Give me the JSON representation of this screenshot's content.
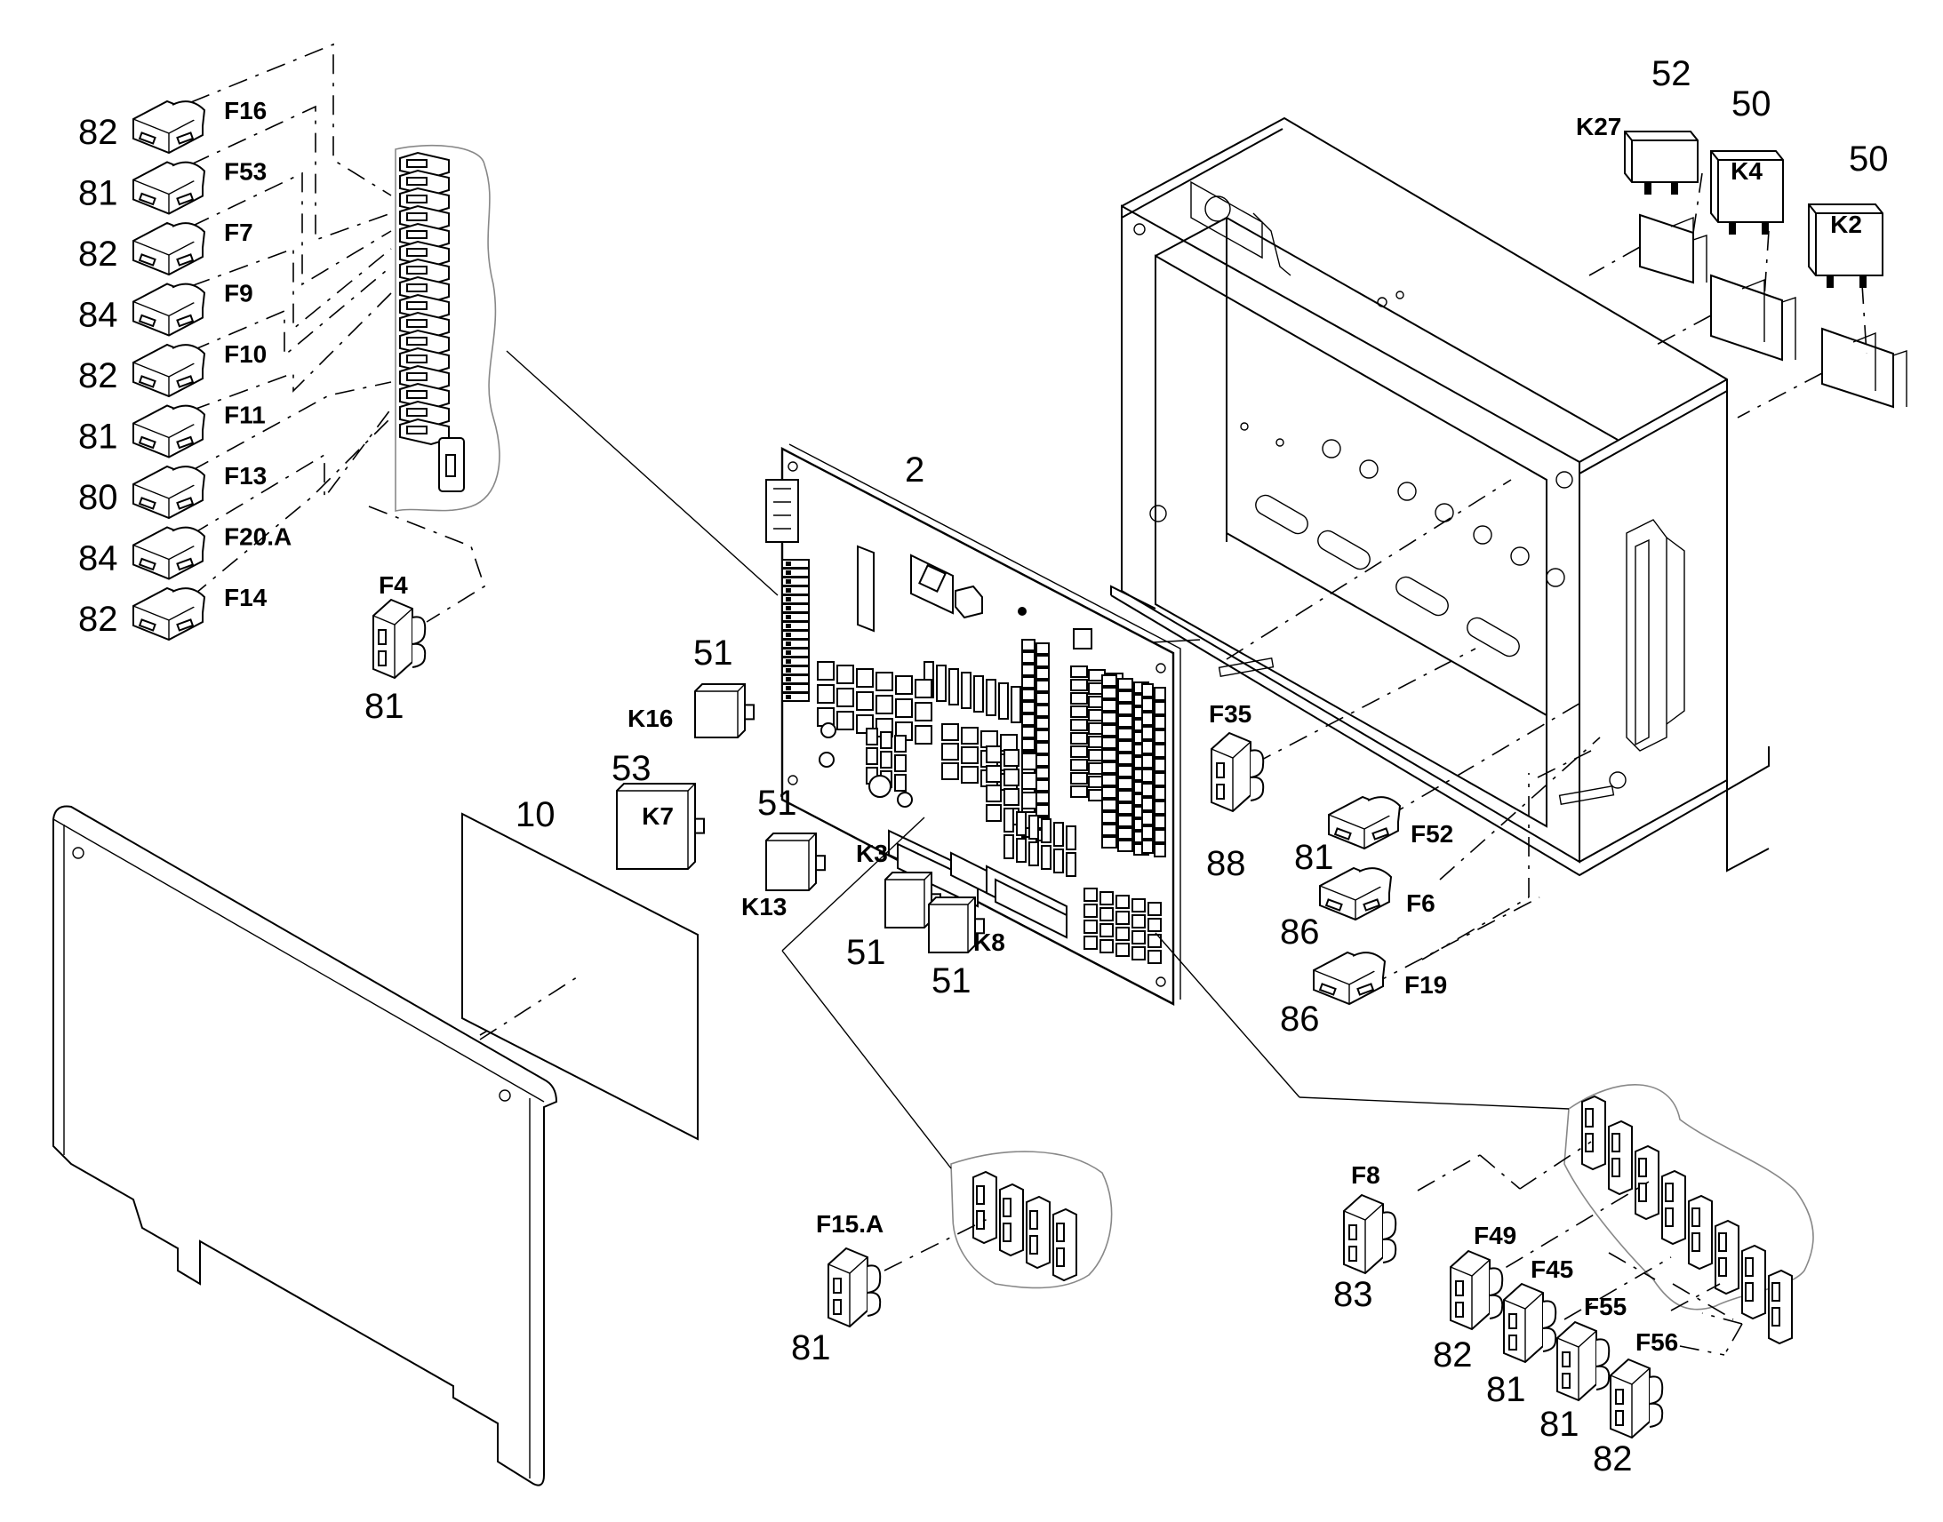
{
  "diagram": {
    "leftFuses": [
      {
        "qty": "82",
        "tag": "F16"
      },
      {
        "qty": "81",
        "tag": "F53"
      },
      {
        "qty": "82",
        "tag": "F7"
      },
      {
        "qty": "84",
        "tag": "F9"
      },
      {
        "qty": "82",
        "tag": "F10"
      },
      {
        "qty": "81",
        "tag": "F11"
      },
      {
        "qty": "80",
        "tag": "F13"
      },
      {
        "qty": "84",
        "tag": "F20.A"
      },
      {
        "qty": "82",
        "tag": "F14"
      }
    ],
    "f4": {
      "tag": "F4",
      "qty": "81"
    },
    "relays": {
      "k27": {
        "tag": "K27",
        "qty": "52"
      },
      "k4": {
        "tag": "K4",
        "qty": "50"
      },
      "k2": {
        "tag": "K2",
        "qty": "50"
      },
      "k16": {
        "tag": "K16",
        "qty": "51"
      },
      "k7": {
        "tag": "K7",
        "qty": "53"
      },
      "k13": {
        "tag": "K13",
        "qty": "51"
      },
      "k3": {
        "tag": "K3",
        "qty": "51"
      },
      "k8": {
        "tag": "K8",
        "qty": "51"
      }
    },
    "board": {
      "qty": "2"
    },
    "label": {
      "qty": "10"
    },
    "f35": {
      "tag": "F35",
      "qty": "88"
    },
    "rightFuses": [
      {
        "tag": "F52",
        "qty": "81"
      },
      {
        "tag": "F6",
        "qty": "86"
      },
      {
        "tag": "F19",
        "qty": "86"
      }
    ],
    "f15a": {
      "tag": "F15.A",
      "qty": "81"
    },
    "bottomFuses": [
      {
        "tag": "F8",
        "qty": "83"
      },
      {
        "tag": "F49",
        "qty": "82"
      },
      {
        "tag": "F45",
        "qty": "81"
      },
      {
        "tag": "F55",
        "qty": "81"
      },
      {
        "tag": "F56",
        "qty": "82"
      }
    ]
  }
}
